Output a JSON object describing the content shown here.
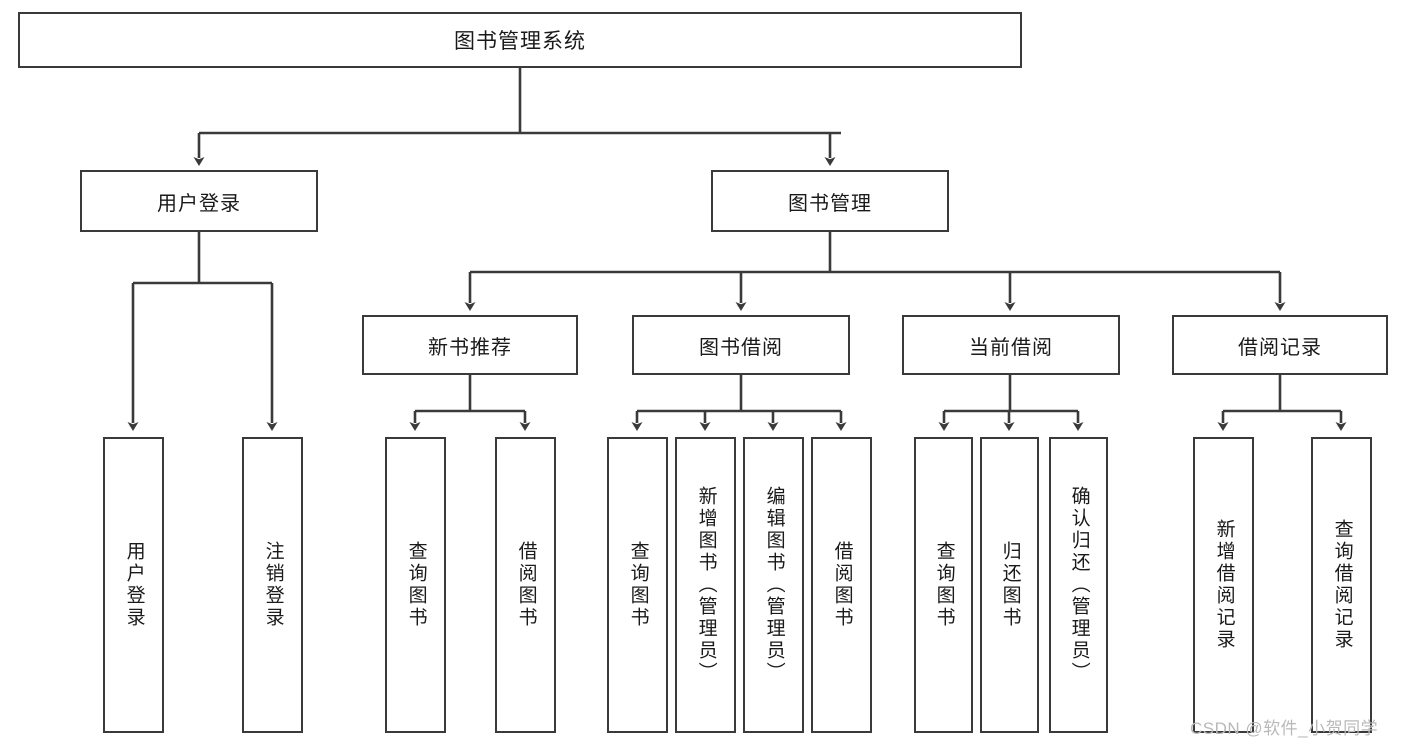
{
  "diagram": {
    "type": "tree-hierarchy",
    "title": "图书管理系统",
    "watermark": "CSDN @软件_小贺同学",
    "colors": {
      "stroke": "#3a3a3a",
      "fill": "#ffffff",
      "text": "#1a1a1a",
      "watermark": "#b9b9b9"
    },
    "levels": {
      "root": {
        "label": "图书管理系统"
      },
      "modules": [
        {
          "label": "用户登录"
        },
        {
          "label": "图书管理"
        }
      ],
      "submodules": [
        {
          "label": "新书推荐"
        },
        {
          "label": "图书借阅"
        },
        {
          "label": "当前借阅"
        },
        {
          "label": "借阅记录"
        }
      ],
      "leaves": {
        "user_login": [
          {
            "label": "用户登录"
          },
          {
            "label": "注销登录"
          }
        ],
        "new_book_recommend": [
          {
            "label": "查询图书"
          },
          {
            "label": "借阅图书"
          }
        ],
        "book_borrow": [
          {
            "label": "查询图书"
          },
          {
            "label": "新增图书（管理员）"
          },
          {
            "label": "编辑图书（管理员）"
          },
          {
            "label": "借阅图书"
          }
        ],
        "current_borrow": [
          {
            "label": "查询图书"
          },
          {
            "label": "归还图书"
          },
          {
            "label": "确认归还（管理员）"
          }
        ],
        "borrow_record": [
          {
            "label": "新增借阅记录"
          },
          {
            "label": "查询借阅记录"
          }
        ]
      }
    }
  }
}
